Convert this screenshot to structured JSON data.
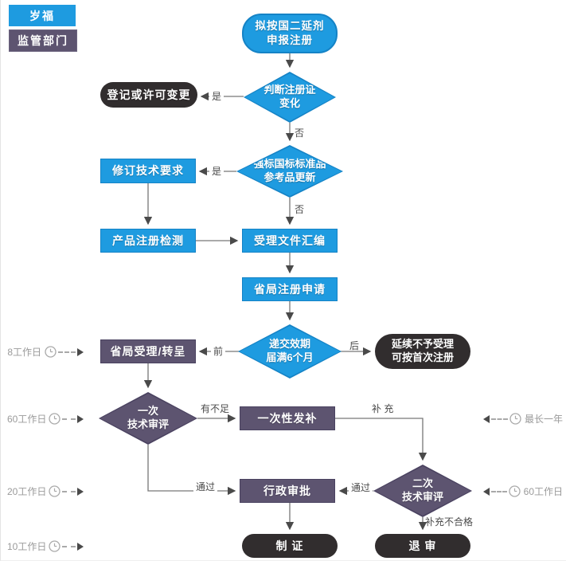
{
  "legend": {
    "item1": "岁福",
    "item2": "监管部门"
  },
  "nodes": {
    "start": {
      "l1": "拟按国二延剂",
      "l2": "申报注册"
    },
    "decide_cert": {
      "l1": "判断注册证",
      "l2": "变化"
    },
    "reg_change": {
      "l1": "登记或许可变更"
    },
    "decide_standard": {
      "l1": "强标国标标准品",
      "l2": "参考品更新"
    },
    "revise_req": {
      "l1": "修订技术要求"
    },
    "product_test": {
      "l1": "产品注册检测"
    },
    "dossier": {
      "l1": "受理文件汇编"
    },
    "apply": {
      "l1": "省局注册申请"
    },
    "decide_expiry": {
      "l1": "递交效期",
      "l2": "届满6个月"
    },
    "accept": {
      "l1": "省局受理/转呈"
    },
    "no_renewal": {
      "l1": "延续不予受理",
      "l2": "可按首次注册"
    },
    "review1": {
      "l1": "一次",
      "l2": "技术审评"
    },
    "supplement": {
      "l1": "一次性发补"
    },
    "review2": {
      "l1": "二次",
      "l2": "技术审评"
    },
    "approval": {
      "l1": "行政审批"
    },
    "issue_cert": {
      "l1": "制 证"
    },
    "reject": {
      "l1": "退 审"
    }
  },
  "edge_labels": {
    "cert_yes": "是",
    "cert_no": "否",
    "std_yes": "是",
    "std_no": "否",
    "before": "前",
    "after": "后",
    "deficient": "有不足",
    "pass1": "通过",
    "supplement": "补 充",
    "pass2": "通过",
    "supplement_fail": "补充不合格"
  },
  "timeline": {
    "left": [
      "8工作日",
      "60工作日",
      "20工作日",
      "10工作日"
    ],
    "right": [
      "最长一年",
      "60工作日"
    ]
  },
  "colors": {
    "blue": "#1e9be0",
    "blue-dk": "#1583c6",
    "purple": "#5d5470",
    "purple-dk": "#4a4260",
    "dark": "#312d2e"
  }
}
